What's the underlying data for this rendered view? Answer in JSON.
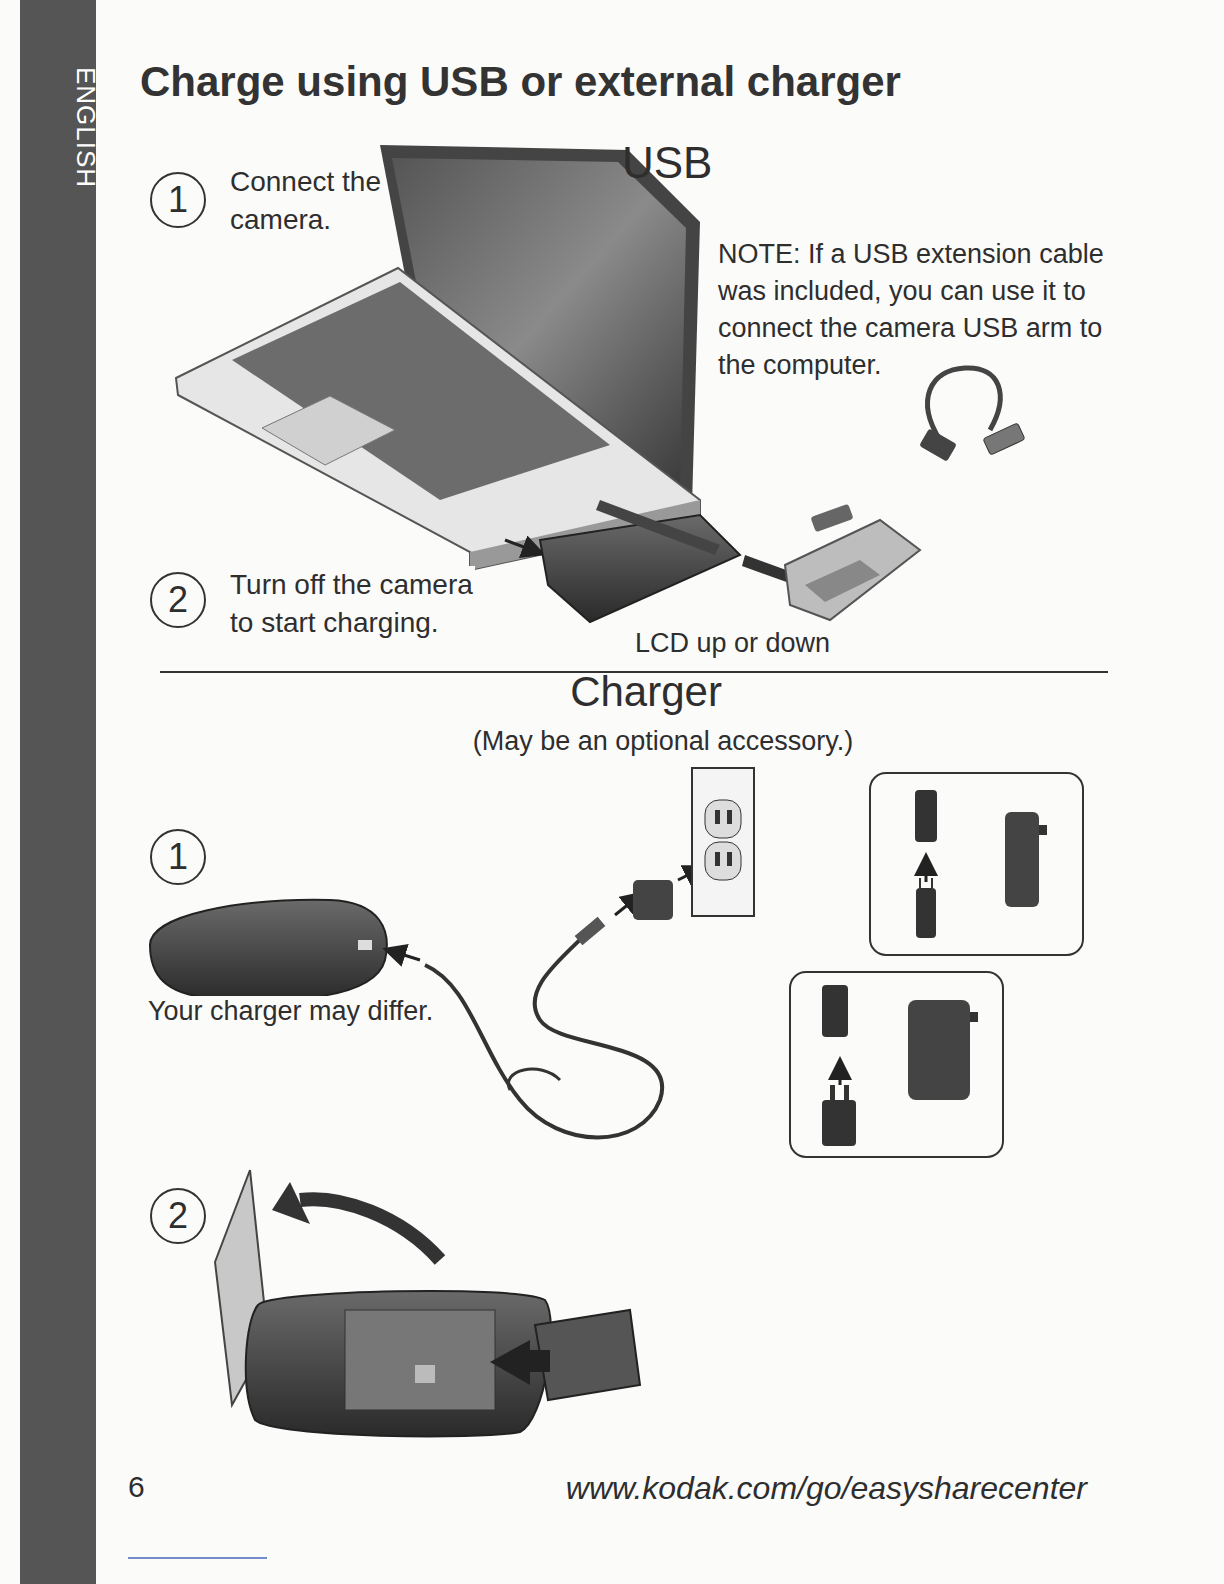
{
  "diagram": {
    "title": "Charge using USB or external charger",
    "nodes": [
      {
        "text": [
          "1"
        ]
      },
      {
        "text": [
          "2"
        ]
      },
      {
        "text": [
          "1"
        ]
      },
      {
        "text": [
          "2"
        ]
      }
    ],
    "edges": [],
    "labels": [
      "ENGLISH",
      "Connect the camera.",
      "USB",
      "NOTE: If a USB extension cable was included, you can use it to connect the camera USB arm to the computer.",
      "Turn off the camera to start charging.",
      "LCD up or down",
      "Charger",
      "(May be an optional accessory.)",
      "Your charger may differ.",
      "6",
      "www.kodak.com/go/easysharecenter"
    ]
  }
}
